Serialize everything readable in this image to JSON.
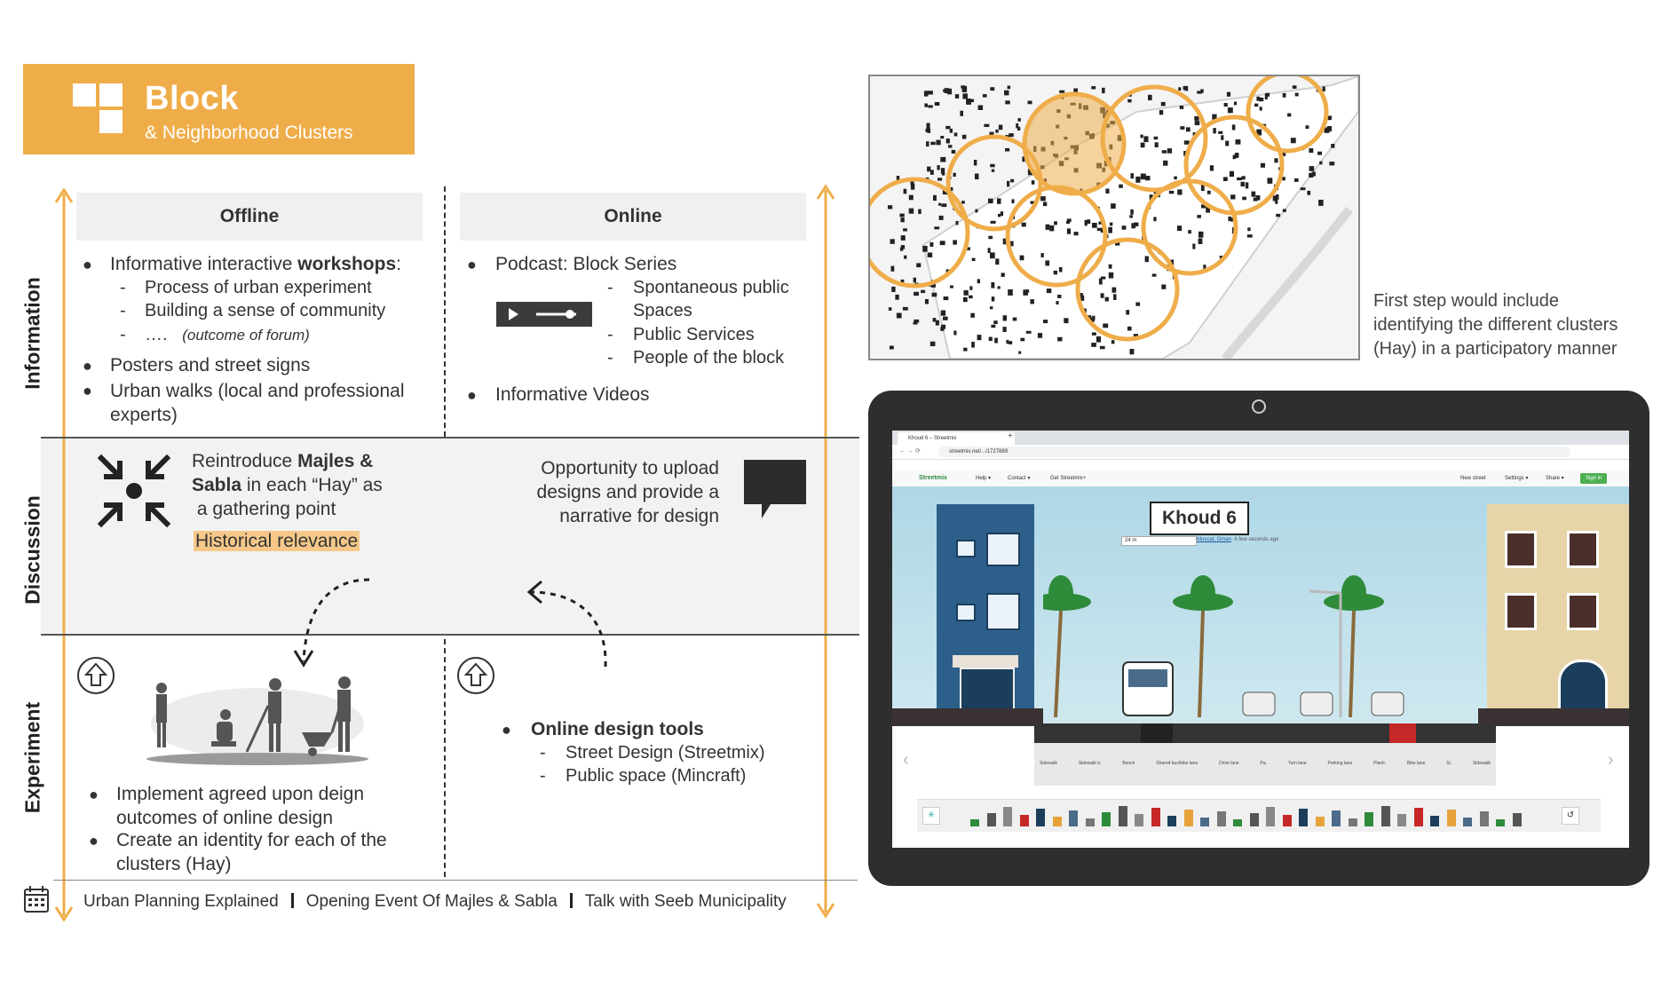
{
  "header": {
    "title": "Block",
    "subtitle": "& Neighborhood Clusters",
    "color": "#efad4a"
  },
  "rows": {
    "information": "Information",
    "discussion": "Discussion",
    "experiment": "Experiment"
  },
  "columns": {
    "offline": "Offline",
    "online": "Online"
  },
  "information": {
    "offline": {
      "workshops_prefix": "Informative interactive ",
      "workshops_bold": "workshops",
      "workshops_suffix": ":",
      "sub1": "Process of urban experiment",
      "sub2": "Building a sense of community",
      "sub3_dots": "….",
      "sub3_note": "(outcome of forum)",
      "posters": "Posters and street signs",
      "walks_line1": "Urban walks (local and professional",
      "walks_line2": "experts)"
    },
    "online": {
      "podcast": "Podcast: Block Series",
      "sub1_line1": "Spontaneous public",
      "sub1_line2": "Spaces",
      "sub2": "Public Services",
      "sub3": "People of the block",
      "videos": "Informative Videos"
    }
  },
  "discussion": {
    "offline_line1_prefix": "Reintroduce ",
    "offline_line1_bold": "Majles &",
    "offline_line2_bold": "Sabla",
    "offline_line2_suffix": " in each “Hay” as",
    "offline_line3": "a gathering point",
    "offline_highlight": "Historical relevance",
    "online_line1": "Opportunity to upload",
    "online_line2": "designs and provide a",
    "online_line3": "narrative for design"
  },
  "experiment": {
    "offline_b1_line1": "Implement agreed upon deign",
    "offline_b1_line2": "outcomes of online design",
    "offline_b2_line1": "Create an  identity for each of the",
    "offline_b2_line2": "clusters (Hay)",
    "online_title": "Online design tools",
    "online_sub1": "Street Design (Streetmix)",
    "online_sub2": "Public space (Mincraft)"
  },
  "map_caption": {
    "line1": "First step would include",
    "line2": "identifying the different clusters",
    "line3": "(Hay) in a participatory manner"
  },
  "screen": {
    "tab_title": "Khoud 6 – Streetmix",
    "url": "streetmix.net/.../1727889",
    "app_name": "Streetmix",
    "menu_help": "Help ▾",
    "menu_contact": "Contact ▾",
    "menu_get": "Get Streetmix+",
    "menu_new": "New street",
    "menu_settings": "Settings ▾",
    "menu_share": "Share ▾",
    "menu_signin": "Sign in",
    "street_name": "Khoud 6",
    "width_select": "24 m",
    "location": "Muscat, Oman",
    "updated": "A few seconds ago",
    "segments": [
      "Sidewalk",
      "Sidewalk tr.",
      "Bench",
      "Shared bus/bike lane",
      "Drive lane",
      "Pa.",
      "Turn lane",
      "Parking lane",
      "Planti.",
      "Bike lane",
      "Si.",
      "Sidewalk"
    ]
  },
  "events": {
    "e1": "Urban Planning Explained",
    "e2": "Opening Event Of Majles & Sabla",
    "e3": "Talk with Seeb Municipality"
  },
  "icons": [
    "block-logo-icon",
    "calendar-icon",
    "arrows-converge-icon",
    "speech-bubble-icon",
    "video-player-icon",
    "upload-arrow-icon",
    "gardening-people-icon"
  ]
}
